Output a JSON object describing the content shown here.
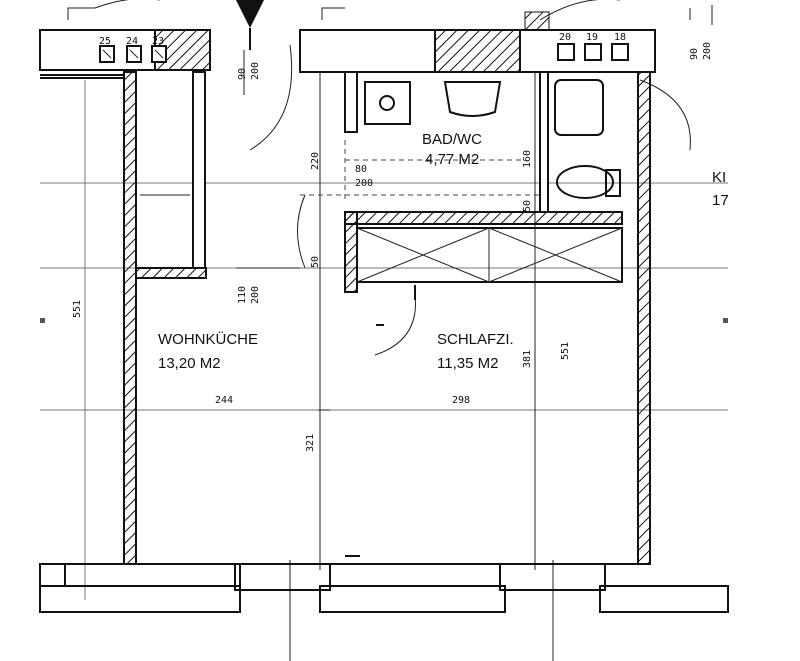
{
  "rooms": {
    "bath": {
      "name": "BAD/WC",
      "area": "4,77 M2"
    },
    "kitchen": {
      "name": "WOHNKÜCHE",
      "area": "13,20 M2"
    },
    "bedroom": {
      "name": "SCHLAFZI.",
      "area": "11,35 M2"
    },
    "partial_right": {
      "name": "KI",
      "area": "17"
    }
  },
  "dimensions": {
    "kitchen_width": "244",
    "bedroom_width": "298",
    "left_height": "551",
    "right_height": "551",
    "kitchen_lower": "321",
    "bedroom_height": "381",
    "bath_height": "160",
    "hall_height": "220",
    "door_a": "90",
    "door_a_h": "200",
    "door_b": "80",
    "door_b_h": "200",
    "door_c": "110",
    "door_c_h": "200",
    "door_d": "90",
    "door_d_h": "200",
    "short_50": "50",
    "short_50b": "50"
  },
  "shaft_numbers": {
    "left": [
      "25",
      "24",
      "23"
    ],
    "right": [
      "20",
      "19",
      "18"
    ]
  },
  "section_marker": "20"
}
